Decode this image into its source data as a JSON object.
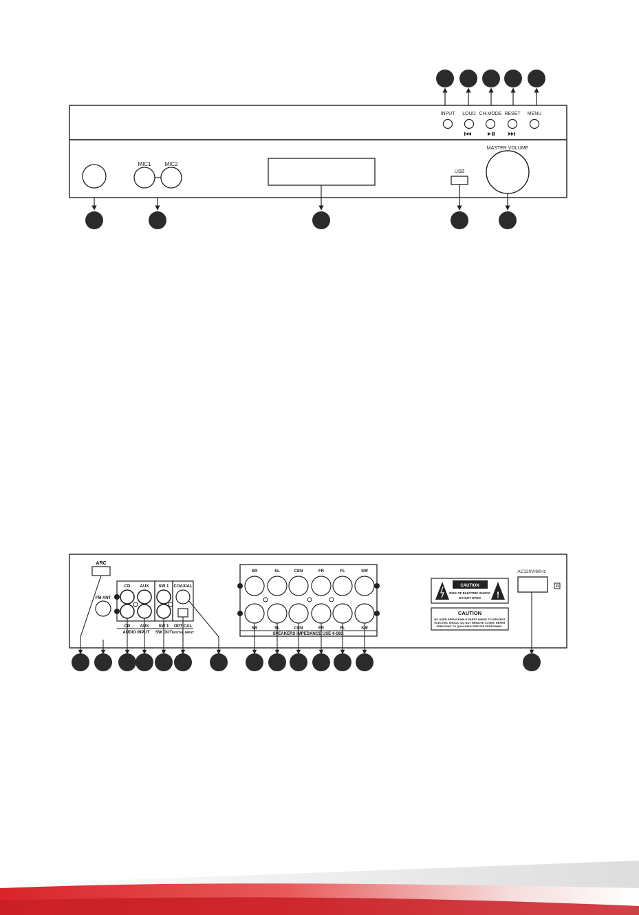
{
  "front_panel": {
    "buttons": [
      {
        "label": "INPUT",
        "sub_icon": ""
      },
      {
        "label": "LOUD",
        "sub_icon": "previous-track-icon"
      },
      {
        "label": "CH.MODE",
        "sub_icon": "play-pause-icon"
      },
      {
        "label": "RESET",
        "sub_icon": "next-track-icon"
      },
      {
        "label": "MENU",
        "sub_icon": ""
      }
    ],
    "mic1_label": "MIC1",
    "mic2_label": "MIC2",
    "usb_label": "USB",
    "master_volume_label": "MASTER VOLUME"
  },
  "rear_panel": {
    "arc_label": "ARC",
    "fm_ant_label": "FM ANT",
    "input_top_labels": [
      "CD",
      "AUX"
    ],
    "input_bottom_labels": [
      "CD",
      "AUX"
    ],
    "audio_input_label": "AUDIO INPUT",
    "sw1_top_label": "SW 1",
    "sw1_bottom_label": "SW 1",
    "sw_out_label": "SW OUT",
    "coaxial_label": "COAXIAL",
    "optical_label": "OPTICAL",
    "digital_input_label": "DIGITAL INPUT",
    "speaker_top_labels": [
      "SR",
      "SL",
      "CEN",
      "FR",
      "FL",
      "SW"
    ],
    "speaker_bottom_labels": [
      "SR",
      "SL",
      "CEN",
      "FR",
      "FL",
      "SW"
    ],
    "speakers_impedance_label": "SPEAKERS IMPEDANCE USE 4-16Ω",
    "warning_box_text": "CAUTION",
    "warning_line1": "RISK OF ELECTRIC SHOCK",
    "warning_line2": "DO NOT OPEN",
    "caution_title": "CAUTION",
    "caution_line1": "NO USER-SERVICEABLE PARTS INSIDE TO PREVENT",
    "caution_line2": "ELECTRIC SHOCK, DO NOT REMOVE COVER. REFER",
    "caution_line3": "SERVICING TO QUALIFIED SERVICE PERSONNEL.",
    "ac_label": "AC120V/60Hz"
  },
  "colors": {
    "ink": "#222222",
    "callout": "#2b2b2b",
    "footer_red": "#d8242a"
  }
}
